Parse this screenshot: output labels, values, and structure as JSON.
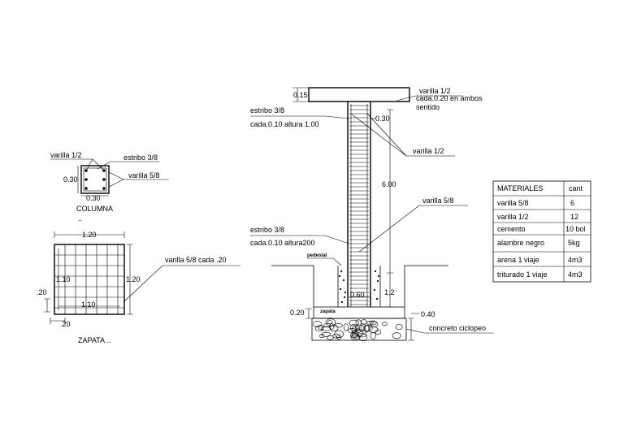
{
  "columna": {
    "title": "COLUMNA",
    "dots": "..",
    "lbl_varilla_12": "varilla  1/2",
    "lbl_estribo": "estribo 3/8",
    "lbl_varilla_58": "varilla  5/8",
    "dim_h": "0.30",
    "dim_w": "0.30"
  },
  "zapata": {
    "title": "ZAPATA ..",
    "dim_top": "1.20",
    "dim_right": "1.20",
    "dim_left_inner": "1.10",
    "dim_bottom_inner": "1.10",
    "dim_left": ".20",
    "dim_bottom": ".20",
    "lbl_varilla": "varilla 5/8  cada .20"
  },
  "elevation": {
    "losa_h": "0.15",
    "lbl_varilla_12_top": "varilla  1/2",
    "lbl_cada_top": "cada.0.20 en ambos",
    "lbl_sentido": "sentido",
    "lbl_estribo_top": "estribo 3/8",
    "lbl_cada_top_estribo": "cada.0.10  altura 1.00",
    "dim_030": "0.30",
    "lbl_varilla_12_mid": "varilla  1/2",
    "dim_600": "6.00",
    "lbl_varilla_58": "varilla  5/8",
    "lbl_estribo_bot": "estribo 3/8",
    "lbl_cada_bot": "cada.0.10  altura200",
    "lbl_pedestal": "pedestal",
    "dim_12": "1.2",
    "dim_060": "0.60",
    "lbl_zapata": "zapata",
    "dim_020": "0.20",
    "dim_040": "0.40",
    "lbl_concreto": "concreto ciclopeo"
  },
  "materiales": {
    "headers": [
      "MATERIALES",
      "cant"
    ],
    "rows": [
      [
        "varilla        5/8",
        "6"
      ],
      [
        "varilla        1/2",
        "12"
      ],
      [
        "cemento",
        "10 bol"
      ],
      [
        "alambre negro",
        "5kg"
      ],
      [
        "arena       1 viaje",
        "4m3"
      ],
      [
        "triturado 1 viaje",
        "4m3"
      ]
    ]
  }
}
